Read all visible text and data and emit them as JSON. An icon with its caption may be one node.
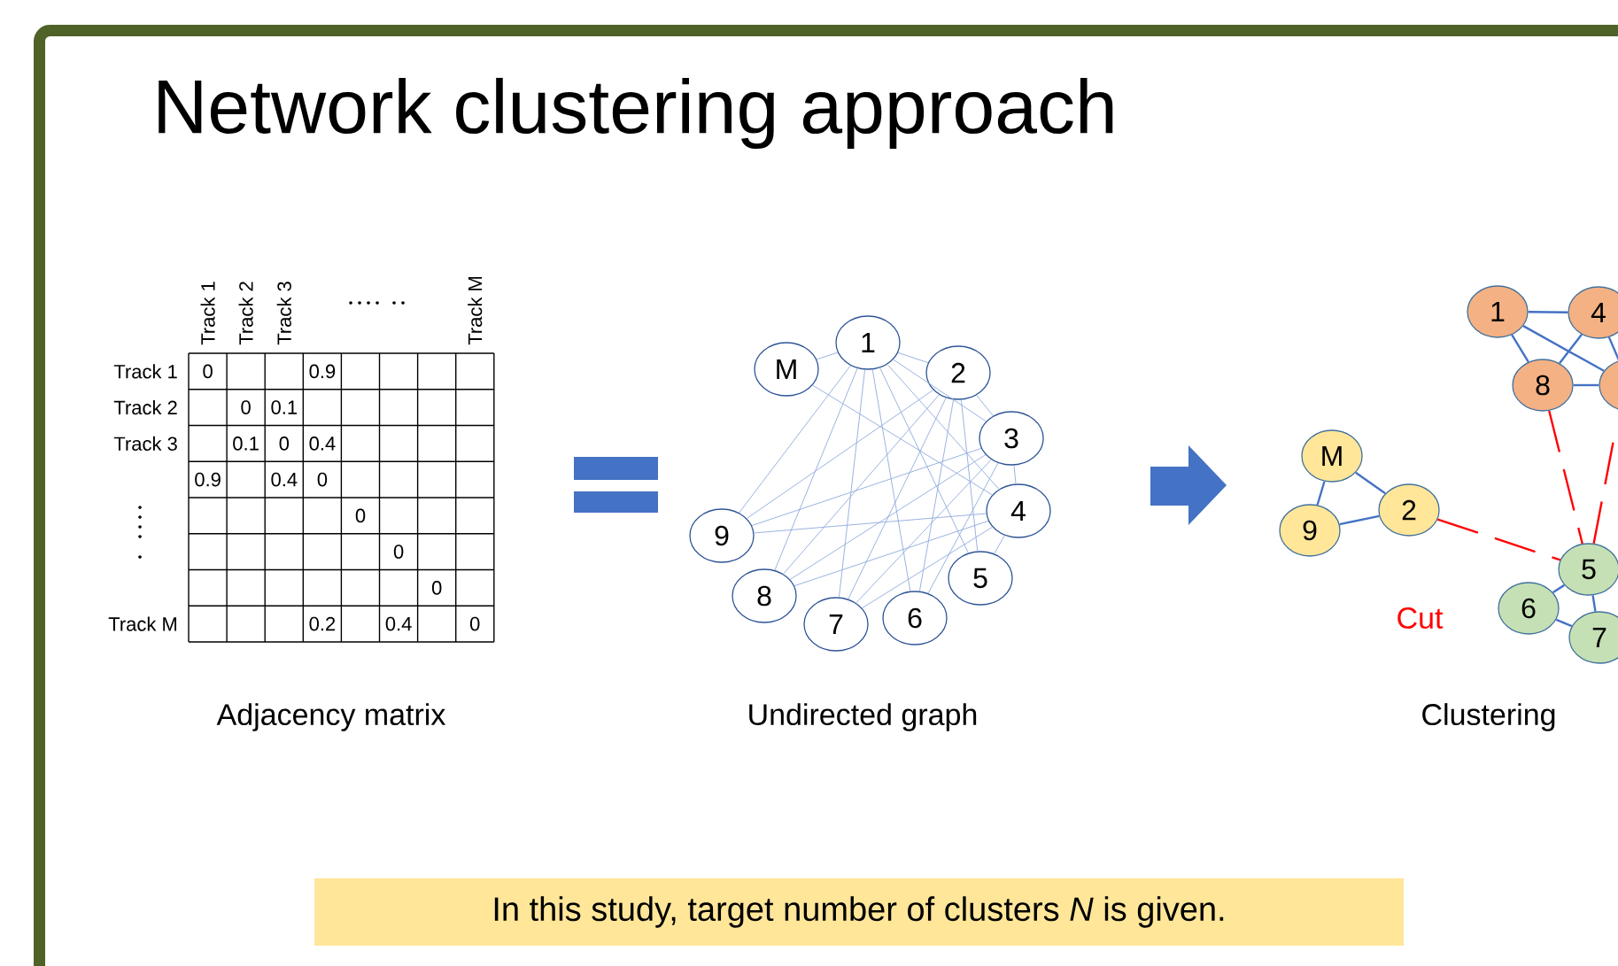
{
  "diagram": {
    "title": "Network clustering approach",
    "nodes": [
      {
        "text": [
          "M"
        ]
      },
      {
        "text": [
          "1"
        ]
      },
      {
        "text": [
          "2"
        ]
      },
      {
        "text": [
          "3"
        ]
      },
      {
        "text": [
          "4"
        ]
      },
      {
        "text": [
          "5"
        ]
      },
      {
        "text": [
          "6"
        ]
      },
      {
        "text": [
          "7"
        ]
      },
      {
        "text": [
          "8"
        ]
      },
      {
        "text": [
          "9"
        ]
      },
      {
        "text": [
          "1"
        ]
      },
      {
        "text": [
          "4"
        ]
      },
      {
        "text": [
          "8"
        ]
      },
      {
        "text": [],
        "shape": "circle"
      },
      {
        "text": [
          "M"
        ]
      },
      {
        "text": [
          "2"
        ]
      },
      {
        "text": [
          "9"
        ]
      },
      {
        "text": [
          "5"
        ]
      },
      {
        "text": [
          "6"
        ]
      },
      {
        "text": [
          "7"
        ]
      },
      {
        "text": [
          "In this study, target number of clusters *N* is given."
        ]
      }
    ],
    "edges": [
      {
        "from": 1,
        "to": 0,
        "arrow": "none"
      },
      {
        "from": 1,
        "to": 9,
        "arrow": "none"
      },
      {
        "from": 1,
        "to": 8,
        "arrow": "none"
      },
      {
        "from": 1,
        "to": 7,
        "arrow": "none"
      },
      {
        "from": 1,
        "to": 6,
        "arrow": "none"
      },
      {
        "from": 1,
        "to": 5,
        "arrow": "none"
      },
      {
        "from": 1,
        "to": 4,
        "arrow": "none"
      },
      {
        "from": 1,
        "to": 3,
        "arrow": "none"
      },
      {
        "from": 1,
        "to": 2,
        "arrow": "none"
      },
      {
        "from": 2,
        "to": 9,
        "arrow": "none"
      },
      {
        "from": 2,
        "to": 8,
        "arrow": "none"
      },
      {
        "from": 2,
        "to": 7,
        "arrow": "none"
      },
      {
        "from": 2,
        "to": 6,
        "arrow": "none"
      },
      {
        "from": 2,
        "to": 5,
        "arrow": "none"
      },
      {
        "from": 2,
        "to": 3,
        "arrow": "none"
      },
      {
        "from": 3,
        "to": 9,
        "arrow": "none"
      },
      {
        "from": 3,
        "to": 8,
        "arrow": "none"
      },
      {
        "from": 3,
        "to": 7,
        "arrow": "none"
      },
      {
        "from": 3,
        "to": 6,
        "arrow": "none"
      },
      {
        "from": 3,
        "to": 4,
        "arrow": "none"
      },
      {
        "from": 4,
        "to": 9,
        "arrow": "none"
      },
      {
        "from": 4,
        "to": 8,
        "arrow": "none"
      },
      {
        "from": 4,
        "to": 7,
        "arrow": "none"
      },
      {
        "from": 4,
        "to": 5,
        "arrow": "none"
      },
      {
        "from": 4,
        "to": 0,
        "arrow": "none"
      },
      {
        "from": 10,
        "to": 11,
        "arrow": "none",
        "color": "#4472c4"
      },
      {
        "from": 10,
        "to": 12,
        "arrow": "none",
        "color": "#4472c4"
      },
      {
        "from": 10,
        "to": 13,
        "arrow": "none",
        "color": "#4472c4"
      },
      {
        "from": 11,
        "to": 12,
        "arrow": "none",
        "color": "#4472c4"
      },
      {
        "from": 11,
        "to": 13,
        "arrow": "none",
        "color": "#4472c4"
      },
      {
        "from": 12,
        "to": 13,
        "arrow": "none",
        "color": "#4472c4"
      },
      {
        "from": 14,
        "to": 15,
        "arrow": "none",
        "color": "#4472c4"
      },
      {
        "from": 14,
        "to": 16,
        "arrow": "none",
        "color": "#4472c4"
      },
      {
        "from": 16,
        "to": 15,
        "arrow": "none",
        "color": "#4472c4"
      },
      {
        "from": 17,
        "to": 18,
        "arrow": "none",
        "color": "#4472c4"
      },
      {
        "from": 18,
        "to": 19,
        "arrow": "none",
        "color": "#4472c4"
      },
      {
        "from": 17,
        "to": 19,
        "arrow": "none",
        "color": "#4472c4"
      },
      {
        "from": 15,
        "to": 17,
        "arrow": "none",
        "style": "dashed",
        "color": "#ff0000"
      },
      {
        "from": 12,
        "to": 17,
        "arrow": "none",
        "style": "dashed",
        "color": "#ff0000"
      },
      {
        "from": 17,
        "to": null,
        "arrow": "none",
        "style": "dashed",
        "color": "#ff0000"
      }
    ],
    "labels": [
      "Track 1",
      "Track 2",
      "Track 3",
      "Track M",
      "Track 1",
      "0",
      "0.9",
      "Track 2",
      "0",
      "0.1",
      "Track 3",
      "0.1",
      "0",
      "0.4",
      "0.9",
      "0.4",
      "0",
      "0",
      "0",
      "0",
      "Track M",
      "0.2",
      "0.4",
      "0",
      "Adjacency matrix",
      "Undirected graph",
      "Cut",
      "Clustering"
    ]
  }
}
